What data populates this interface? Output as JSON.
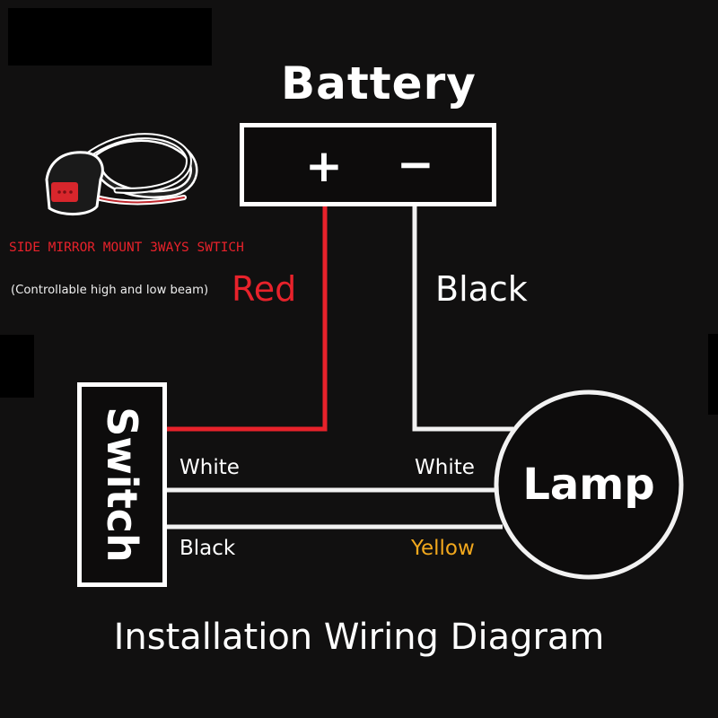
{
  "colors": {
    "background": "#111010",
    "red_wire": "#e8222b",
    "white_wire": "#ffffff",
    "yellow_text": "#f2a81d",
    "red_text": "#e8222b"
  },
  "battery": {
    "title": "Battery",
    "plus": "+",
    "minus": "−"
  },
  "product": {
    "image_icon": "handlebar-switch-photo",
    "name": "SIDE MIRROR MOUNT 3WAYS SWTICH",
    "note": "(Controllable high and low beam)"
  },
  "wires": {
    "red": "Red",
    "black_top": "Black",
    "white_left": "White",
    "white_right": "White",
    "black_bottom": "Black",
    "yellow": "Yellow"
  },
  "switch": {
    "label": "Switch"
  },
  "lamp": {
    "label": "Lamp"
  },
  "caption": "Installation Wiring Diagram"
}
